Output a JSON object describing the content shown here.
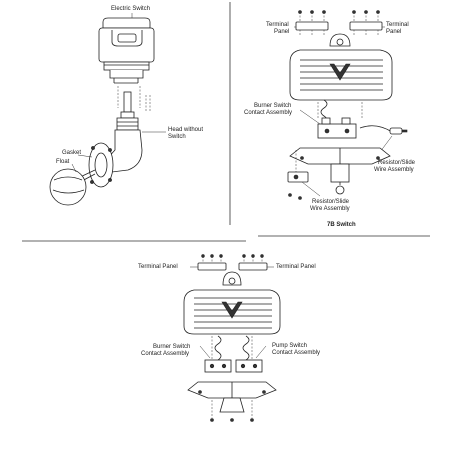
{
  "panel_a": {
    "electric_switch": "Electric Switch",
    "head_without_switch_1": "Head without",
    "head_without_switch_2": "Switch",
    "gasket": "Gasket",
    "float": "Float"
  },
  "panel_b": {
    "terminal_panel_left_1": "Terminal",
    "terminal_panel_left_2": "Panel",
    "terminal_panel_right_1": "Terminal",
    "terminal_panel_right_2": "Panel",
    "burner_switch_1": "Burner Switch",
    "burner_switch_2": "Contact Assembly",
    "resistor_wire_1": "Resistor/Slide",
    "resistor_wire_2": "Wire Assembly",
    "resistor_wire_lower_1": "Resistor/Slide",
    "resistor_wire_lower_2": "Wire Assembly",
    "caption": "7B Switch"
  },
  "panel_c": {
    "terminal_panel_left": "Terminal Panel",
    "terminal_panel_right": "Terminal Panel",
    "burner_switch_1": "Burner Switch",
    "burner_switch_2": "Contact Assembly",
    "pump_switch_1": "Pump Switch",
    "pump_switch_2": "Contact Assembly"
  }
}
